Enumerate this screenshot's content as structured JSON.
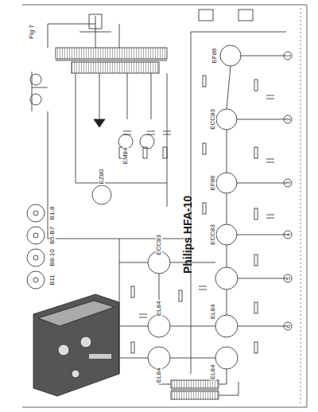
{
  "diagram": {
    "title": "Philips HFA-10",
    "labels": [
      "Fig 7",
      "EZ80",
      "EM84",
      "EF86",
      "ECC83",
      "EF86",
      "ECC83",
      "ECC83",
      "EL84",
      "EL84",
      "EL84",
      "EL84",
      "B1-8",
      "B5-B7",
      "B8-10",
      "B11",
      "1",
      "2",
      "3",
      "4",
      "5",
      "6"
    ]
  }
}
